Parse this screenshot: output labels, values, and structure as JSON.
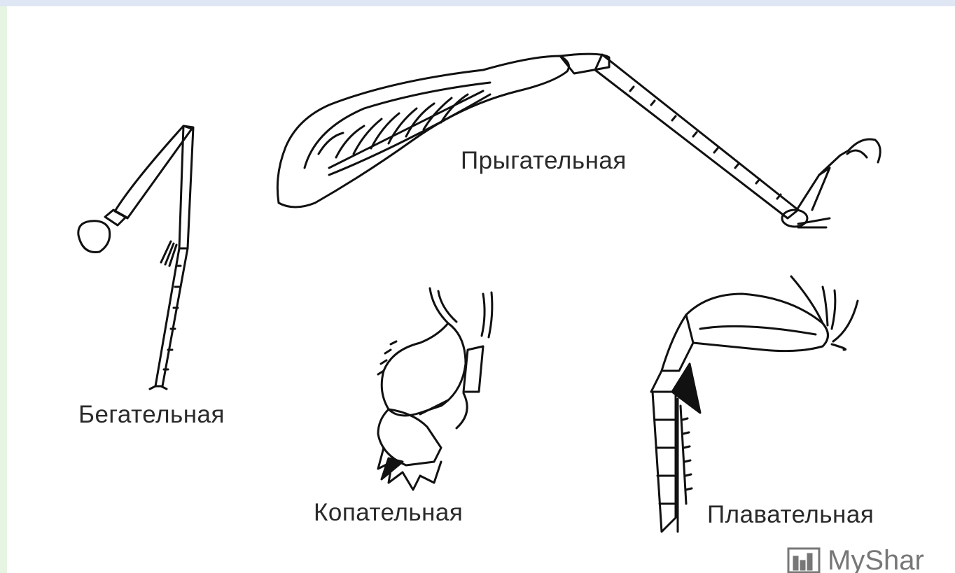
{
  "labels": {
    "running": "Бегательная",
    "jumping": "Прыгательная",
    "digging": "Копательная",
    "swimming": "Плавательная"
  },
  "watermark": {
    "text": "MyShar",
    "icon": "presentation-icon"
  },
  "colors": {
    "frame_top": "#dfe6f4",
    "frame_left": "#e6f4e2",
    "ink": "#111111"
  }
}
